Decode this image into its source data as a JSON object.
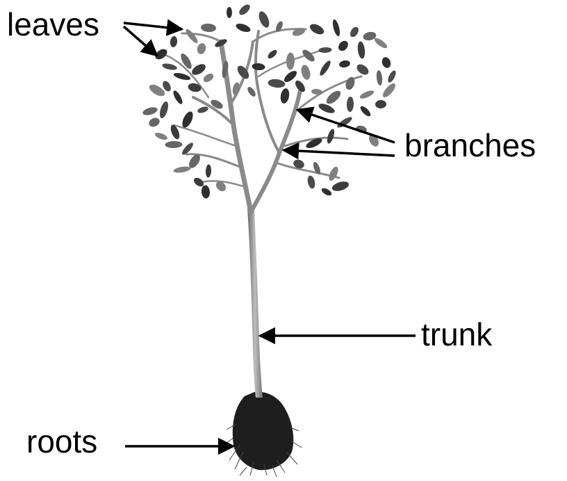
{
  "labels": {
    "leaves": "leaves",
    "branches": "branches",
    "trunk": "trunk",
    "roots": "roots"
  },
  "colors": {
    "background": "#ffffff",
    "text": "#000000",
    "plant_dark": "#2a2a2a",
    "plant_mid": "#5a5a5a",
    "plant_light": "#9a9a9a"
  }
}
